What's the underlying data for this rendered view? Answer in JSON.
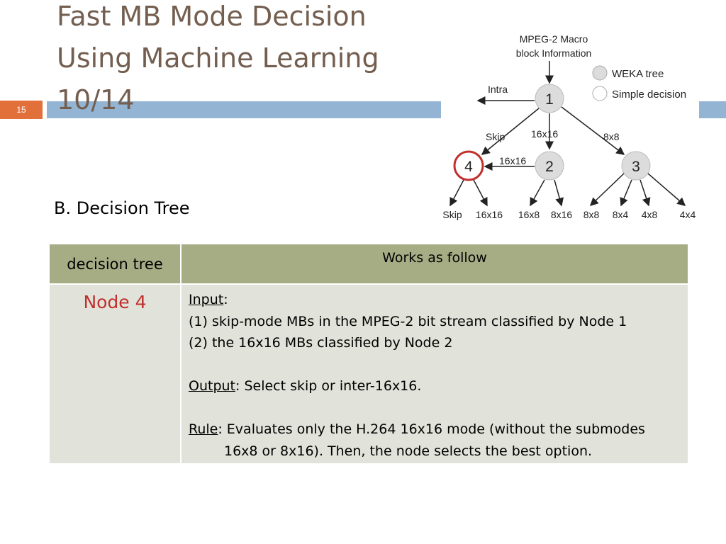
{
  "slide": {
    "number": "15",
    "title_lines": [
      "Fast MB Mode Decision",
      "Using Machine Learning",
      "10/14"
    ],
    "section": "B. Decision Tree"
  },
  "diagram": {
    "input_label_lines": [
      "MPEG-2 Macro",
      "block Information"
    ],
    "legend": {
      "weka": "WEKA tree",
      "simple": "Simple decision"
    },
    "nodes": [
      "1",
      "2",
      "3",
      "4"
    ],
    "edge_labels": {
      "intra": "Intra",
      "skip": "Skip",
      "n1_16x16": "16x16",
      "n1_8x8": "8x8",
      "n2_to_4": "16x16"
    },
    "leaves": [
      "Skip",
      "16x16",
      "16x8",
      "8x16",
      "8x8",
      "8x4",
      "4x8",
      "4x4"
    ],
    "colors": {
      "highlight": "#c0302c",
      "node_fill": "#dcdcdc"
    }
  },
  "table": {
    "headers": [
      "decision tree",
      "Works as follow"
    ],
    "row": {
      "node": "Node 4",
      "input_label": "Input",
      "input_items": [
        "(1) skip-mode MBs in the MPEG-2 bit stream classified by Node 1",
        "(2) the 16x16 MBs classified by Node 2"
      ],
      "output_label": "Output",
      "output_text": ": Select skip or inter-16x16.",
      "rule_label": "Rule",
      "rule_text": ": Evaluates only the H.264 16x16 mode (without the submodes",
      "rule_text_cont": "16x8 or 8x16). Then, the node selects the best option."
    }
  },
  "colors": {
    "title": "#735e4f",
    "band": "#93b4d3",
    "slide_number_bg": "#e2703a",
    "header_bg": "#a6ad85",
    "cell_bg": "#e1e2d9",
    "node_text": "#c0302c"
  }
}
